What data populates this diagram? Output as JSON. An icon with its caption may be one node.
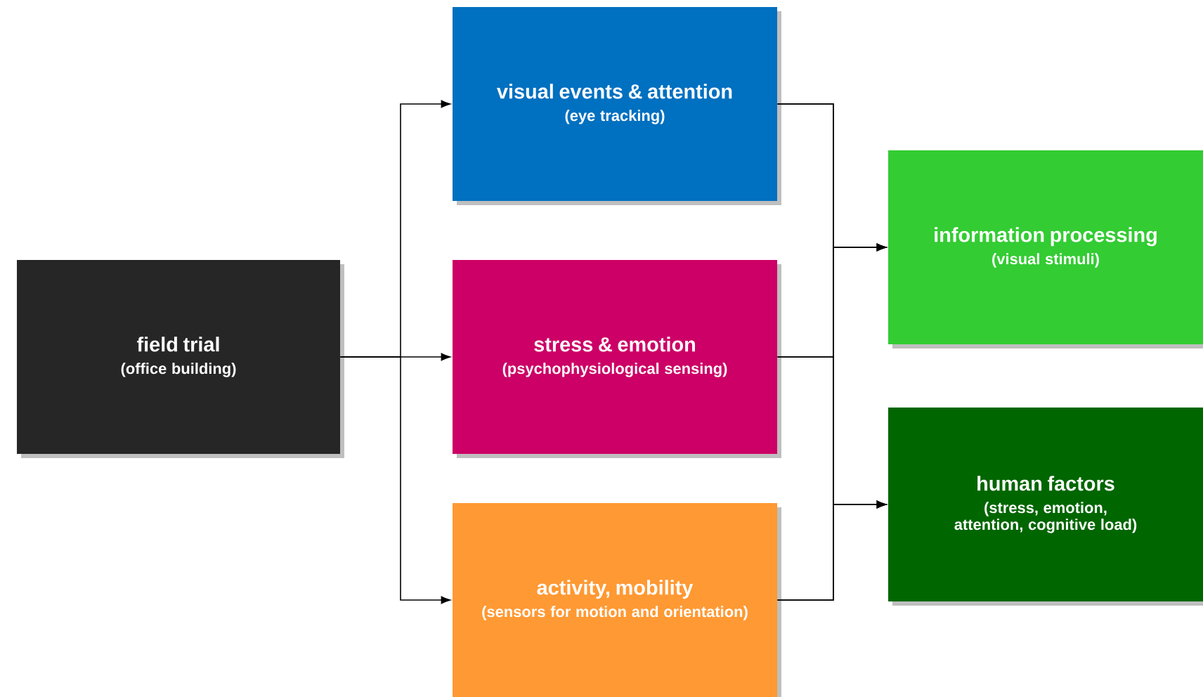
{
  "diagram": {
    "nodes": [
      {
        "text": [
          "field trial",
          "(office building)"
        ]
      },
      {
        "text": [
          "visual events & attention",
          "(eye tracking)"
        ]
      },
      {
        "text": [
          "stress & emotion",
          "(psychophysiological sensing)"
        ]
      },
      {
        "text": [
          "activity, mobility",
          "(sensors for motion and orientation)"
        ]
      },
      {
        "text": [
          "information processing",
          "(visual stimuli)"
        ]
      },
      {
        "text": [
          "human factors",
          "(stress, emotion, attention, cognitive load)"
        ]
      }
    ],
    "edges": [
      {
        "from": 0,
        "to": 1,
        "arrow": "to"
      },
      {
        "from": 0,
        "to": 2,
        "arrow": "to"
      },
      {
        "from": 0,
        "to": 3,
        "arrow": "to"
      },
      {
        "from": 1,
        "to": 4,
        "arrow": "to"
      },
      {
        "from": 1,
        "to": 5,
        "arrow": "to"
      },
      {
        "from": 2,
        "to": 4,
        "arrow": "to"
      },
      {
        "from": 2,
        "to": 5,
        "arrow": "to"
      },
      {
        "from": 3,
        "to": 4,
        "arrow": "to"
      },
      {
        "from": 3,
        "to": 5,
        "arrow": "to"
      }
    ]
  }
}
